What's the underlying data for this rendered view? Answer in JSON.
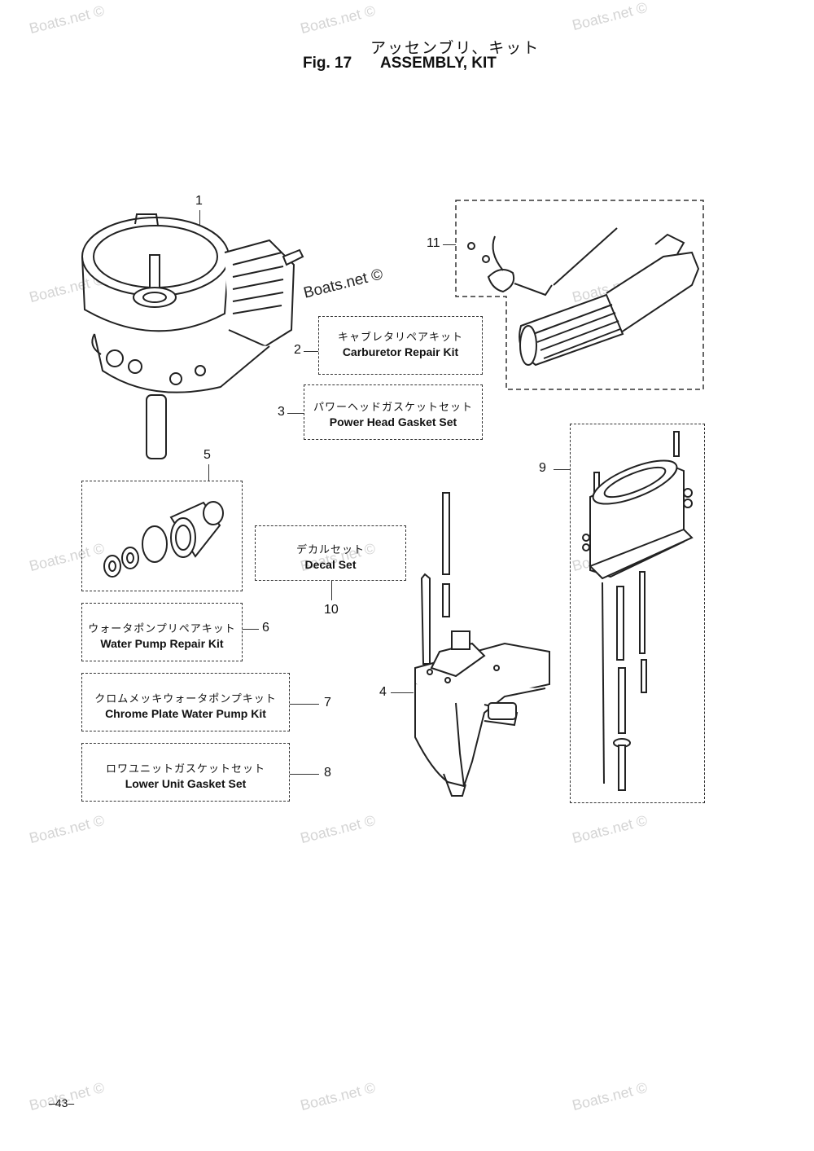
{
  "header": {
    "title_jp": "アッセンブリ、キット",
    "fig_label": "Fig. 17",
    "title_en": "ASSEMBLY, KIT"
  },
  "kits": [
    {
      "number": "2",
      "name_jp": "キャブレタリペアキット",
      "name_en": "Carburetor Repair Kit"
    },
    {
      "number": "3",
      "name_jp": "パワーヘッドガスケットセット",
      "name_en": "Power Head Gasket Set"
    },
    {
      "number": "6",
      "name_jp": "ウォータポンプリペアキット",
      "name_en": "Water Pump Repair Kit"
    },
    {
      "number": "7",
      "name_jp": "クロムメッキウォータポンプキット",
      "name_en": "Chrome Plate Water Pump Kit"
    },
    {
      "number": "8",
      "name_jp": "ロワユニットガスケットセット",
      "name_en": "Lower Unit Gasket Set"
    },
    {
      "number": "10",
      "name_jp": "デカルセット",
      "name_en": "Decal Set"
    }
  ],
  "callouts": {
    "powerhead": "1",
    "lower_unit": "4",
    "water_pump_parts": "5",
    "drive_shaft_housing": "9",
    "tiller_handle": "11"
  },
  "watermark": "Boats.net ©",
  "page_number": "–43–"
}
